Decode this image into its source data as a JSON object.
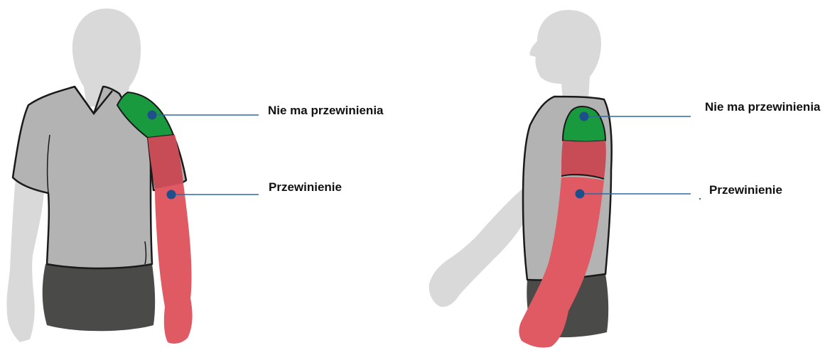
{
  "front_view": {
    "label_no_foul": "Nie ma przewinienia",
    "label_foul": "Przewinienie"
  },
  "side_view": {
    "label_no_foul": "Nie ma przewinienia",
    "label_foul": "Przewinienie"
  },
  "colors": {
    "body": "#d9d9d9",
    "shirt": "#b3b3b3",
    "shorts": "#4a4a48",
    "no_foul_zone": "#199a3f",
    "foul_zone": "#df5a62",
    "foul_zone_upper": "#c84c55",
    "marker": "#1f4e8c",
    "leader_line": "#2c6aa8",
    "outline": "#1a1a1a"
  }
}
